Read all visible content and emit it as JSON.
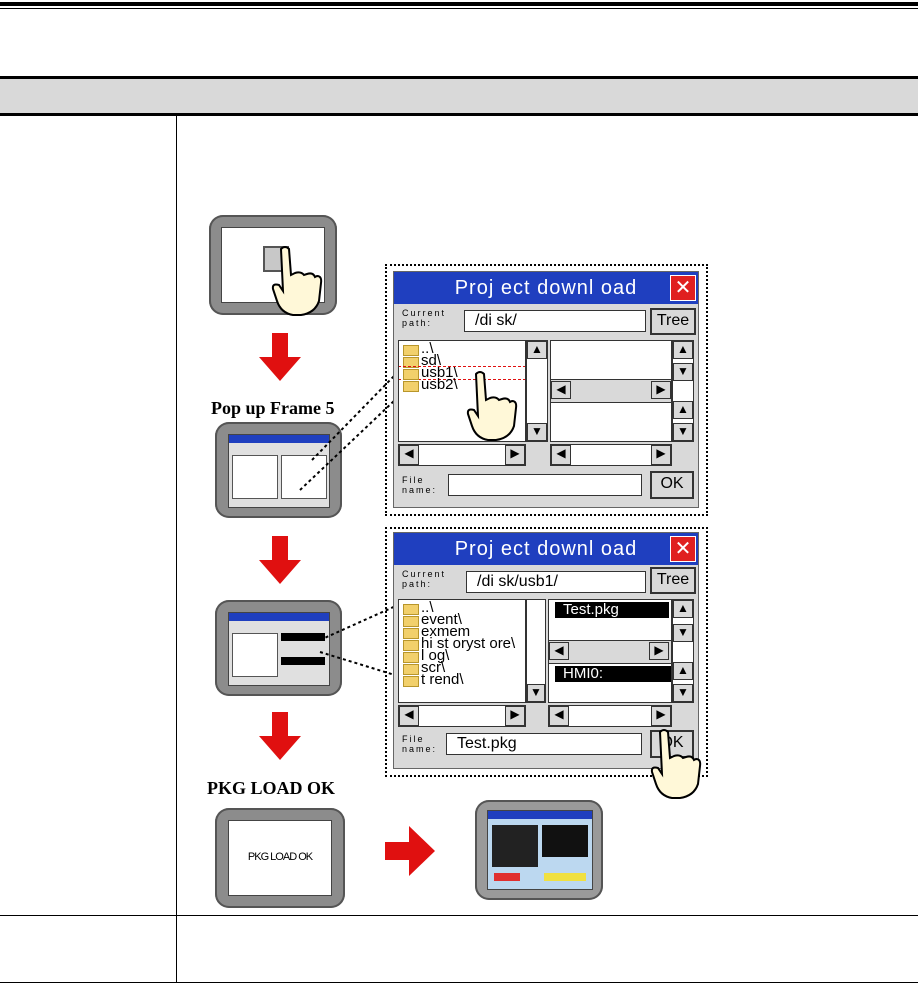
{
  "captions": {
    "popup": "Pop up Frame 5",
    "pkg_load": "PKG LOAD OK"
  },
  "screen_text": {
    "pkg_load_ok": "PKG LOAD OK"
  },
  "dialog1": {
    "title": "Proj ect  downl oad",
    "close": "✕",
    "current_path_label": "Current path:",
    "path_value": "/di sk/",
    "tree_button": "Tree",
    "items": [
      "..\\",
      "sd\\",
      "usb1\\",
      "usb2\\"
    ],
    "file_name_label": "File name:",
    "file_name_value": "",
    "ok_button": "OK"
  },
  "dialog2": {
    "title": "Proj ect  downl oad",
    "close": "✕",
    "current_path_label": "Current path:",
    "path_value": "/di sk/usb1/",
    "tree_button": "Tree",
    "items": [
      "..\\",
      "event\\",
      "exmem",
      "hi st oryst ore\\",
      "l og\\",
      "scr\\",
      "t rend\\"
    ],
    "right_top_selected": "Test.pkg",
    "right_bottom_selected": "HMI0:",
    "file_name_label": "File name:",
    "file_name_value": "Test.pkg",
    "ok_button": "OK"
  },
  "colors": {
    "titlebar": "#1f3fbf",
    "arrow": "#e01010",
    "device": "#8c8c8c"
  }
}
